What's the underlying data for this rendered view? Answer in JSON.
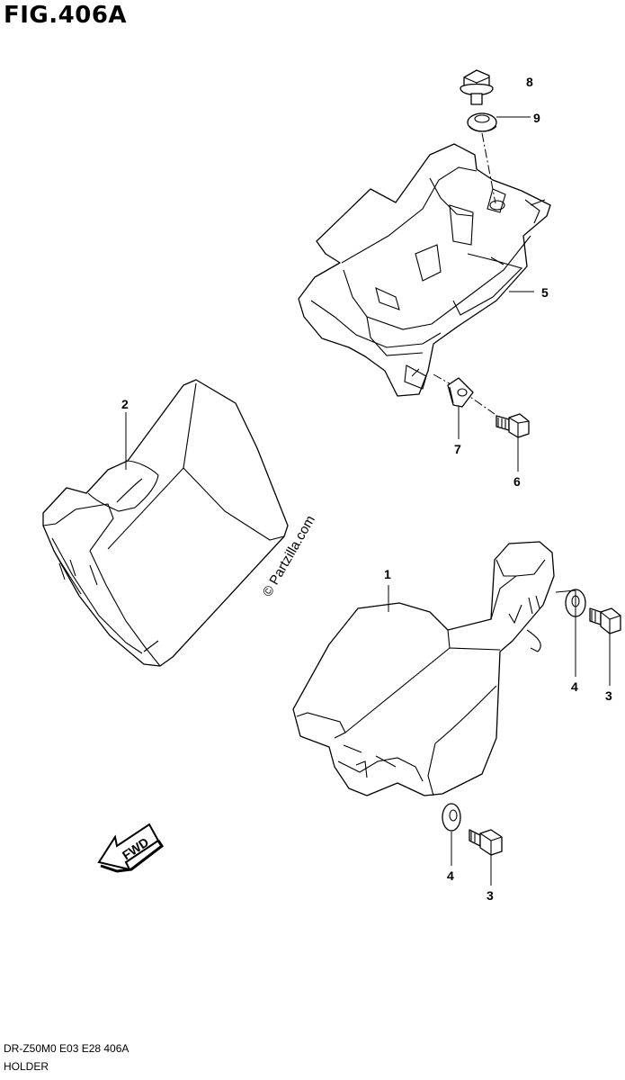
{
  "figure": {
    "title": "FIG.406A",
    "code": "DR-Z50M0  E03  E28  406A",
    "name": "HOLDER"
  },
  "watermark": "© Partzilla.com",
  "fwd_label": "FWD",
  "callouts": [
    "1",
    "2",
    "3",
    "3",
    "4",
    "4",
    "5",
    "6",
    "7",
    "8",
    "9"
  ]
}
